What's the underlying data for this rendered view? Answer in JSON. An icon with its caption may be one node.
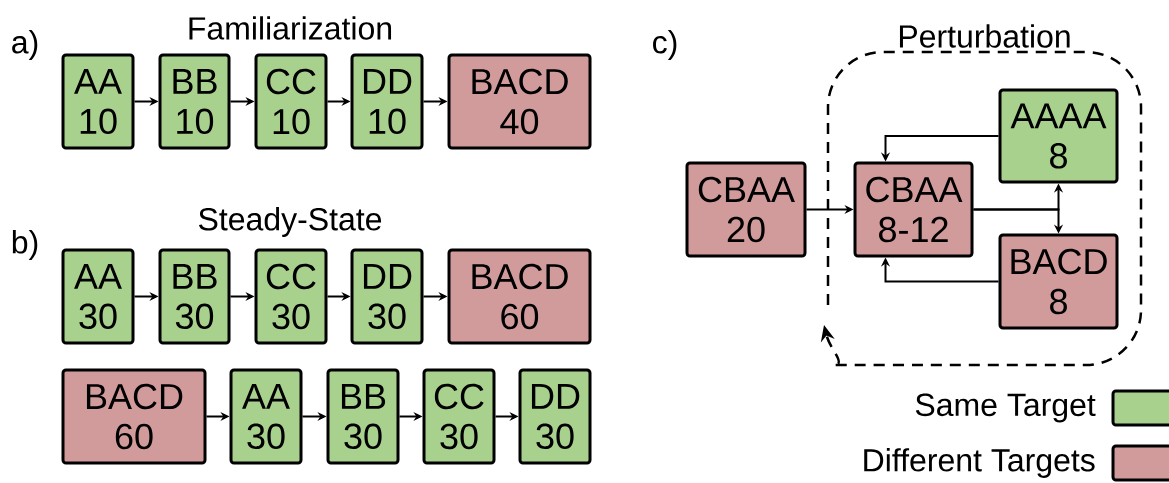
{
  "diagram": {
    "nodes": [
      {
        "text": [
          "AA",
          "10"
        ]
      },
      {
        "text": [
          "BB",
          "10"
        ]
      },
      {
        "text": [
          "CC",
          "10"
        ]
      },
      {
        "text": [
          "DD",
          "10"
        ]
      },
      {
        "text": [
          "BACD",
          "40"
        ]
      },
      {
        "text": [
          "AA",
          "30"
        ]
      },
      {
        "text": [
          "BB",
          "30"
        ]
      },
      {
        "text": [
          "CC",
          "30"
        ]
      },
      {
        "text": [
          "DD",
          "30"
        ]
      },
      {
        "text": [
          "BACD",
          "60"
        ]
      },
      {
        "text": [
          "BACD",
          "60"
        ]
      },
      {
        "text": [
          "AA",
          "30"
        ]
      },
      {
        "text": [
          "BB",
          "30"
        ]
      },
      {
        "text": [
          "CC",
          "30"
        ]
      },
      {
        "text": [
          "DD",
          "30"
        ]
      },
      {
        "text": [
          "CBAA",
          "20"
        ]
      },
      {
        "text": [
          "Perturbation"
        ]
      },
      {
        "text": [
          "CBAA",
          "8-12"
        ],
        "in": 16
      },
      {
        "text": [
          "AAAA",
          "8"
        ],
        "in": 16
      },
      {
        "text": [
          "BACD",
          "8"
        ],
        "in": 16
      }
    ],
    "edges": [
      {
        "from": 0,
        "to": 1,
        "arrow": "to"
      },
      {
        "from": 1,
        "to": 2,
        "arrow": "to"
      },
      {
        "from": 2,
        "to": 3,
        "arrow": "to"
      },
      {
        "from": 3,
        "to": 4,
        "arrow": "to"
      },
      {
        "from": 5,
        "to": 6,
        "arrow": "to"
      },
      {
        "from": 6,
        "to": 7,
        "arrow": "to"
      },
      {
        "from": 7,
        "to": 8,
        "arrow": "to"
      },
      {
        "from": 8,
        "to": 9,
        "arrow": "to"
      },
      {
        "from": 10,
        "to": 11,
        "arrow": "to"
      },
      {
        "from": 11,
        "to": 12,
        "arrow": "to"
      },
      {
        "from": 12,
        "to": 13,
        "arrow": "to"
      },
      {
        "from": 13,
        "to": 14,
        "arrow": "to"
      },
      {
        "from": 15,
        "to": 17,
        "arrow": "to"
      },
      {
        "from": 18,
        "to": 17,
        "arrow": "to"
      },
      {
        "from": 19,
        "to": 17,
        "arrow": "to"
      },
      {
        "from": 17,
        "to": 18,
        "arrow": "to"
      },
      {
        "from": 17,
        "to": 19,
        "arrow": "to"
      }
    ],
    "labels": [
      "a)",
      "Familiarization",
      "b)",
      "Steady-State",
      "c)"
    ],
    "legend": [
      {
        "text": "Same Target",
        "color": "#a9d18e"
      },
      {
        "text": "Different Targets",
        "color": "#d29b9b"
      }
    ]
  }
}
